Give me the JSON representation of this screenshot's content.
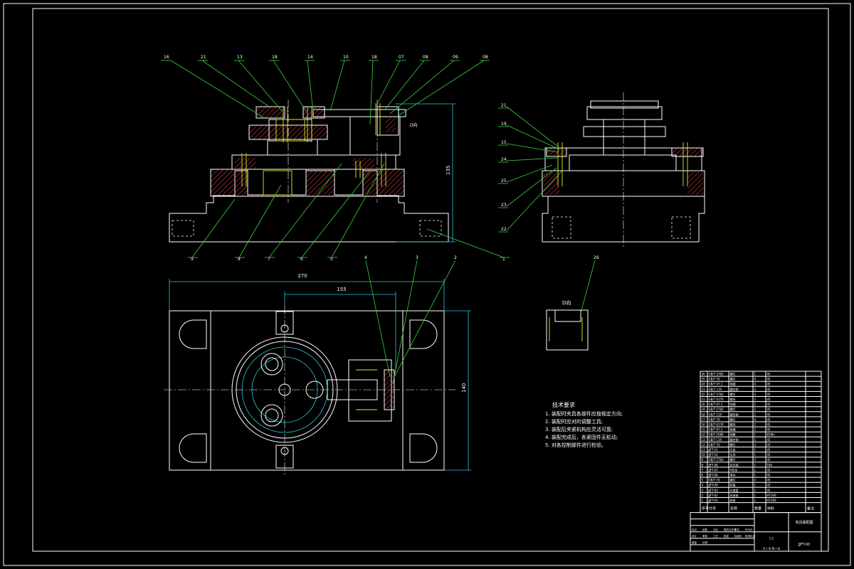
{
  "colors": {
    "background": "#000000",
    "outline": "#ffffff",
    "leader": "#3cd23c",
    "dimension": "#28c8dc",
    "part": "#e6e61e",
    "section_hatch": "#d23c3c"
  },
  "callouts_top": [
    "16",
    "21",
    "13",
    "18",
    "14",
    "10",
    "18",
    "07",
    "08",
    "09",
    "08"
  ],
  "callouts_bottom": [
    "9",
    "8",
    "7",
    "6",
    "5",
    "1"
  ],
  "callouts_plan": [
    "4",
    "3",
    "2"
  ],
  "callouts_side": [
    "21",
    "19",
    "15",
    "24",
    "25",
    "23",
    "22"
  ],
  "callout_detail": "26",
  "detail_label": "D向",
  "view_label": "D向",
  "dimensions": {
    "height": "135",
    "overall_length": "270",
    "offset_length": "155",
    "width": "140"
  },
  "notes": {
    "title": "技术要求",
    "lines": [
      "1. 装配时夹具各部件应按规定方向;",
      "2. 装配时应对的调整工具;",
      "3. 装配后夹紧机构应灵活可靠;",
      "4. 装配完成后，各紧固件无松动;",
      "5. 对各控制部件进行检验。"
    ]
  },
  "bom": {
    "header": [
      "序号",
      "代号",
      "名称",
      "数量",
      "材料",
      "备注"
    ],
    "rows": [
      [
        "26",
        "GB/T 5783",
        "螺钉",
        "1",
        "45",
        ""
      ],
      [
        "25",
        "GB/T 70",
        "螺钉",
        "4",
        "45",
        ""
      ],
      [
        "24",
        "GB/T 97.1",
        "垫圈",
        "4",
        "45",
        ""
      ],
      [
        "23",
        "GB/T 119",
        "圆柱销",
        "2",
        "45",
        ""
      ],
      [
        "22",
        "GB/T 5783",
        "螺钉",
        "4",
        "45",
        ""
      ],
      [
        "21",
        "GB/T 6170",
        "螺母",
        "2",
        "45",
        ""
      ],
      [
        "20",
        "GB/T 97.1",
        "垫圈",
        "2",
        "45",
        ""
      ],
      [
        "19",
        "GB/T 5783",
        "螺钉",
        "2",
        "45",
        ""
      ],
      [
        "18",
        "GB/T 119",
        "圆柱销",
        "2",
        "45",
        ""
      ],
      [
        "17",
        "GB/T 70",
        "螺钉",
        "4",
        "45",
        ""
      ],
      [
        "16",
        "GB/T 6170",
        "螺母",
        "2",
        "45",
        ""
      ],
      [
        "15",
        "GB/T 97.1",
        "垫圈",
        "2",
        "45",
        ""
      ],
      [
        "14",
        "GB/T 2089",
        "弹簧",
        "1",
        "65Mn",
        ""
      ],
      [
        "13",
        "GB/T 119",
        "圆柱销",
        "1",
        "45",
        ""
      ],
      [
        "12",
        "GB/T 70",
        "螺钉",
        "4",
        "45",
        ""
      ],
      [
        "11",
        "JJFT-11",
        "压板",
        "1",
        "45",
        ""
      ],
      [
        "10",
        "JJFT-10",
        "支承",
        "1",
        "45",
        ""
      ],
      [
        "9",
        "GB/T 5783",
        "螺钉",
        "2",
        "45",
        ""
      ],
      [
        "8",
        "JJFT-08",
        "定位销",
        "1",
        "T8A",
        ""
      ],
      [
        "7",
        "JJFT-07",
        "V形块",
        "1",
        "45",
        ""
      ],
      [
        "6",
        "JJFT-06",
        "滑块",
        "1",
        "45",
        ""
      ],
      [
        "5",
        "GB/T 70",
        "螺钉",
        "4",
        "45",
        ""
      ],
      [
        "4",
        "JJFT-04",
        "转盘",
        "1",
        "45",
        ""
      ],
      [
        "3",
        "JJFT-03",
        "分度盘",
        "1",
        "45",
        ""
      ],
      [
        "2",
        "JJFT-02",
        "夹具体",
        "1",
        "HT200",
        ""
      ],
      [
        "1",
        "JJFT-01",
        "底座",
        "1",
        "HT200",
        ""
      ]
    ]
  },
  "title_block": {
    "drawing_name": "夹具装配图",
    "drawing_no": "JJFT-00",
    "scale": "1:1",
    "sheet": "共 1 张 第 1 张",
    "labels": [
      "标记",
      "处数",
      "分区",
      "更改文件号",
      "签名",
      "年月日",
      "设计",
      "审核",
      "工艺",
      "批准",
      "标准化",
      "阶段标记",
      "重量",
      "比例"
    ]
  }
}
